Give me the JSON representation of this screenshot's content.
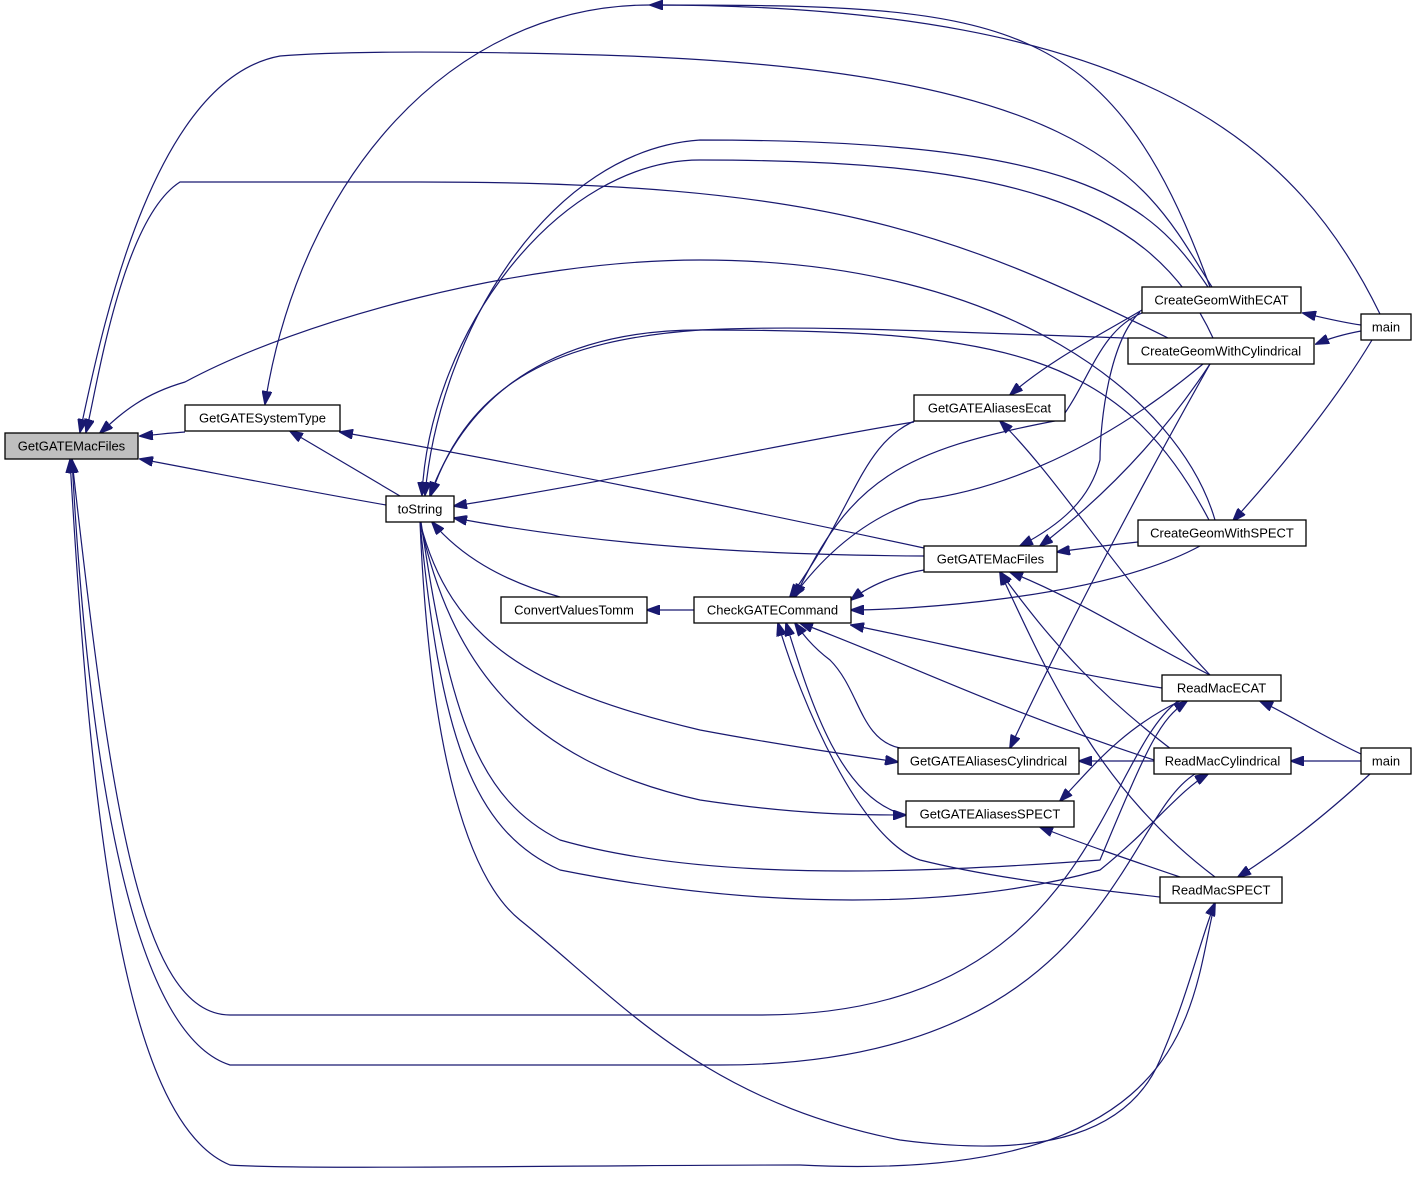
{
  "nodes": [
    {
      "id": "root",
      "label": "GetGATEMacFiles",
      "highlighted": true
    },
    {
      "id": "systype",
      "label": "GetGATESystemType"
    },
    {
      "id": "tostring",
      "label": "toString"
    },
    {
      "id": "convert",
      "label": "ConvertValuesTomm"
    },
    {
      "id": "check",
      "label": "CheckGATECommand"
    },
    {
      "id": "ecatalias",
      "label": "GetGATEAliasesEcat"
    },
    {
      "id": "macfiles2",
      "label": "GetGATEMacFiles"
    },
    {
      "id": "cylalias",
      "label": "GetGATEAliasesCylindrical"
    },
    {
      "id": "spectalias",
      "label": "GetGATEAliasesSPECT"
    },
    {
      "id": "geomecat",
      "label": "CreateGeomWithECAT"
    },
    {
      "id": "geomcyl",
      "label": "CreateGeomWithCylindrical"
    },
    {
      "id": "geomspect",
      "label": "CreateGeomWithSPECT"
    },
    {
      "id": "readecat",
      "label": "ReadMacECAT"
    },
    {
      "id": "readcyl",
      "label": "ReadMacCylindrical"
    },
    {
      "id": "readspect",
      "label": "ReadMacSPECT"
    },
    {
      "id": "main1",
      "label": "main"
    },
    {
      "id": "main2",
      "label": "main"
    }
  ],
  "colors": {
    "edge": "#191970",
    "node_border": "#000000",
    "highlight_fill": "#bfbfbf"
  }
}
